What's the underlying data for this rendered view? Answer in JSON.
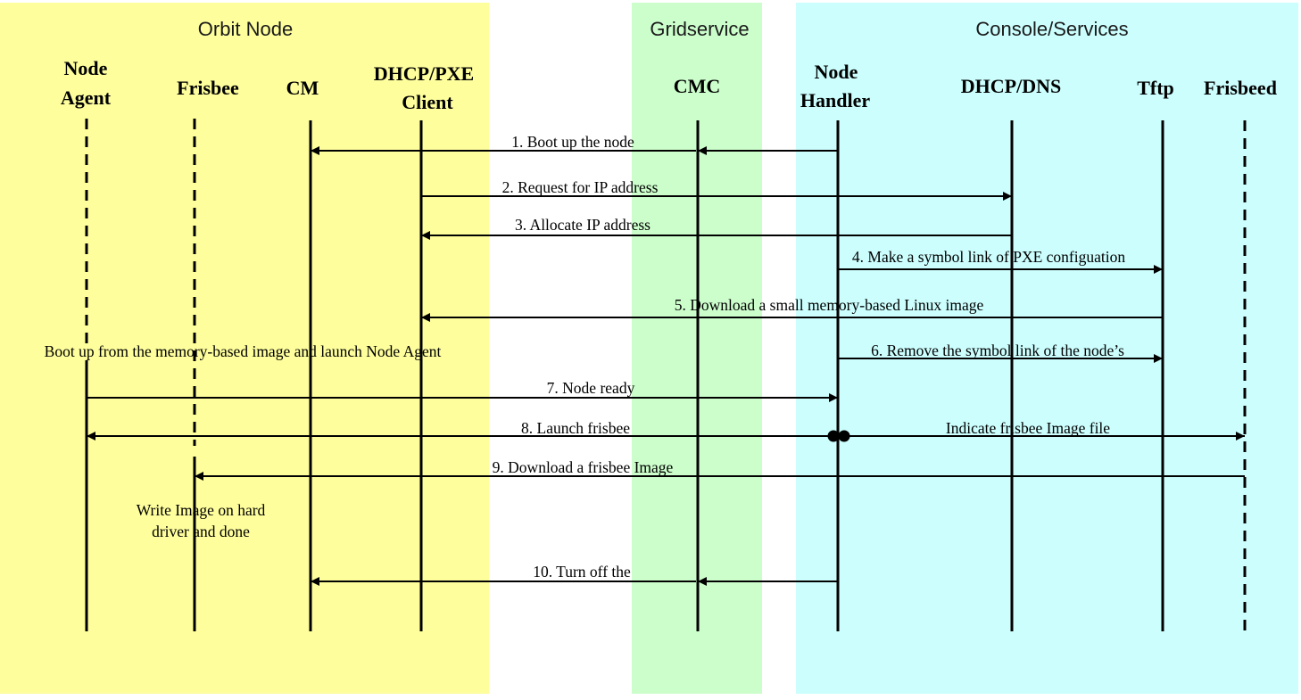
{
  "colors": {
    "orbit_bg": "#fefe9d",
    "grid_bg": "#ccfecc",
    "console_bg": "#ccfefe",
    "line": "#000000"
  },
  "groups": {
    "orbit": "Orbit Node",
    "grid": "Gridservice",
    "console": "Console/Services"
  },
  "actors": {
    "node_agent": [
      "Node",
      "Agent"
    ],
    "frisbee": "Frisbee",
    "cm": "CM",
    "dhcp_client": [
      "DHCP/PXE",
      "Client"
    ],
    "cmc": "CMC",
    "node_handler": [
      "Node",
      "Handler"
    ],
    "dhcp_dns": "DHCP/DNS",
    "tftp": "Tftp",
    "frisbeed": "Frisbeed"
  },
  "messages": {
    "m1": "1. Boot up the node",
    "m2": "2. Request for IP address",
    "m3": "3. Allocate IP address",
    "m4": "4. Make a symbol link of PXE configuation",
    "m5": "5. Download a small memory-based Linux image",
    "m6": "6. Remove the symbol link of the node’s",
    "m7": "7. Node ready",
    "m8": "8. Launch frisbee",
    "m8b": "Indicate frisbee Image file",
    "m9": "9. Download a frisbee Image",
    "m10": "10. Turn off the"
  },
  "notes": {
    "boot_up": "Boot up from the memory-based image and launch Node Agent",
    "write_image": [
      "Write Image on hard",
      "driver and done"
    ]
  }
}
